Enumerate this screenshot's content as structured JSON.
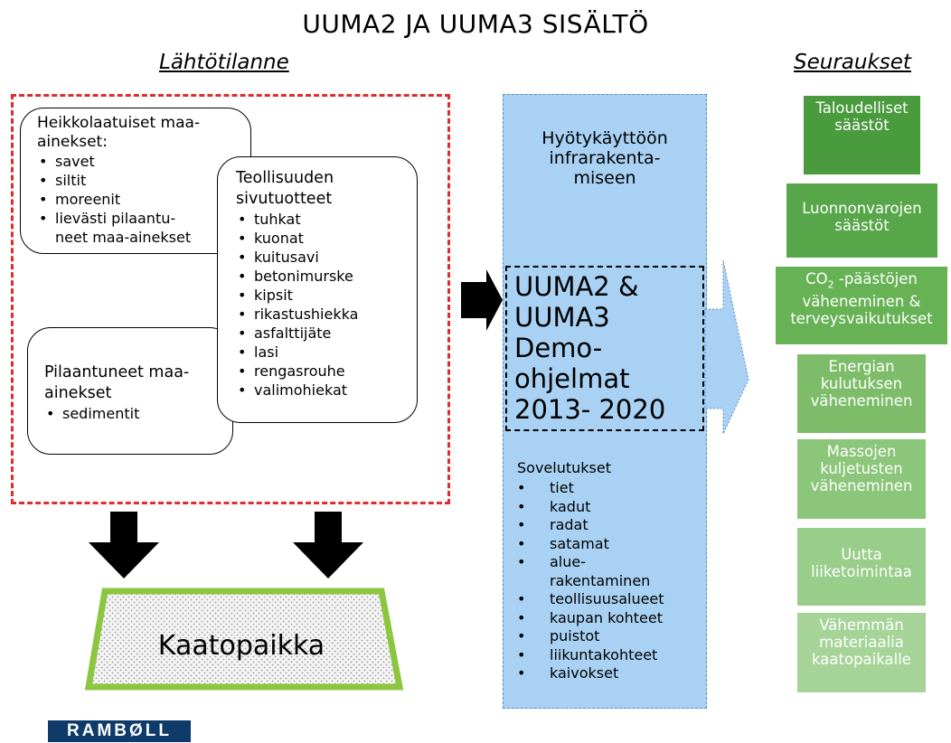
{
  "title": "UUMA2  JA UUMA3 SISÄLTÖ",
  "left_header": "Lähtötilanne",
  "right_header": "Seuraukset",
  "box_weak": {
    "heading_line1": "Heikkolaatuiset maa-",
    "heading_line2": "ainekset:",
    "items": [
      "savet",
      "siltit",
      "moreenit",
      "lievästi pilaantu-"
    ],
    "continuation": "neet maa-ainekset"
  },
  "box_industrial": {
    "heading_line1": "Teollisuuden",
    "heading_line2": "sivutuotteet",
    "items": [
      "tuhkat",
      "kuonat",
      "kuitusavi",
      "betonimurske",
      "kipsit",
      "rikastushiekka",
      "asfalttijäte",
      "lasi",
      "rengasrouhe",
      "valimohiekat"
    ]
  },
  "box_contaminated": {
    "heading_line1": "Pilaantuneet maa-",
    "heading_line2": "ainekset",
    "items": [
      "sedimentit"
    ]
  },
  "center": {
    "top_line1": "Hyötykäyttöön",
    "top_line2": "infrarakenta-",
    "top_line3": "miseen",
    "demo_lines": [
      "UUMA2  &",
      "UUMA3",
      "Demo-",
      "ohjelmat",
      "2013- 2020"
    ],
    "applications_heading": "Sovelutukset",
    "applications": [
      "tiet",
      "kadut",
      "radat",
      "satamat",
      "alue-",
      "teollisuusalueet",
      "kaupan kohteet",
      "puistot",
      "liikuntakohteet",
      "kaivokset"
    ],
    "applications_continuation": "rakentaminen"
  },
  "landfill_label": "Kaatopaikka",
  "outcomes": [
    {
      "l1": "Taloudelliset",
      "l2": "säästöt",
      "l3": "",
      "color": "#4a9a3e"
    },
    {
      "l1": "Luonnonvarojen",
      "l2": "säästöt",
      "l3": "",
      "color": "#58a64a"
    },
    {
      "l1_pre": "CO",
      "l1_sub": "2",
      "l1_post": " -päästöjen",
      "l2": "väheneminen &",
      "l3": "terveysvaikutukset",
      "color": "#68b256"
    },
    {
      "l1": "Energian",
      "l2": "kulutuksen",
      "l3": "väheneminen",
      "color": "#7dbd6a"
    },
    {
      "l1": "Massojen",
      "l2": "kuljetusten",
      "l3": "väheneminen",
      "color": "#8bc67a"
    },
    {
      "l1": "Uutta",
      "l2": "liiketoimintaa",
      "l3": "",
      "color": "#99cd8a"
    },
    {
      "l1": "Vähemmän",
      "l2": "materiaalia",
      "l3": "kaatopaikalle",
      "color": "#a6d498"
    }
  ],
  "logo": "RAMBØLL",
  "colors": {
    "dashed_border": "#e32b2b",
    "blue_panel": "#a9d1f3",
    "landfill_border": "#8cc63f",
    "logo_bg": "#0e3b6a"
  }
}
